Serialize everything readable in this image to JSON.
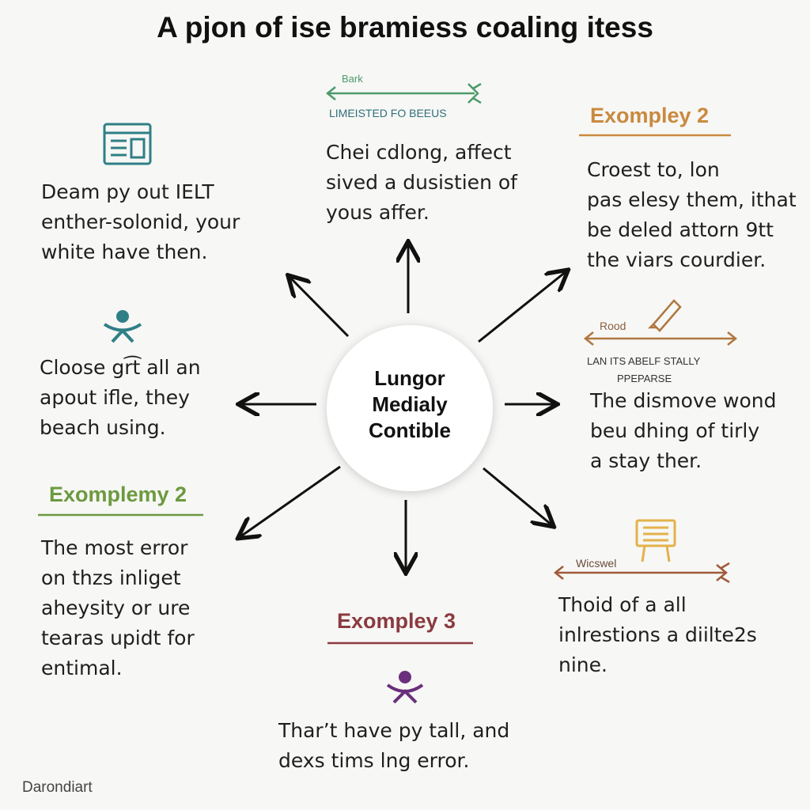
{
  "title": "A pjon of ise bramiess coaling itess",
  "center": {
    "lines": [
      "Lungor",
      "Medialy",
      "Contible"
    ]
  },
  "top": {
    "arrow_label": "Bark",
    "caption": "LIMEISTED FO BEEUS",
    "lines": [
      "Chei cdlong, affect",
      "sived a dusistien of",
      "yous affer."
    ]
  },
  "top_left": {
    "lines": [
      "Deam py out IELT",
      "enther-solonid, your",
      "white have then."
    ]
  },
  "mid_left": {
    "lines": [
      "Cloose gr͡t all an",
      "apout ifle, they",
      "beach using."
    ]
  },
  "bottom_left": {
    "heading": "Exomplemy 2",
    "lines": [
      "The most error",
      "on thzs inliget",
      "aheysity or ure",
      "tearas upidt for",
      "entimal."
    ]
  },
  "bottom": {
    "heading": "Exompley 3",
    "lines": [
      "Thar’t have py tall, and",
      "dexs tims lng error."
    ]
  },
  "top_right": {
    "heading": "Exompley 2",
    "lines": [
      "Croest to, lon",
      "pas elesy them, ithat",
      "be deled attorn 9tt",
      "the viars courdier."
    ]
  },
  "mid_right": {
    "arrow_label": "Rood",
    "caption_lines": [
      "LAN ITS ABELF STALLY",
      "PPEPARSE"
    ],
    "lines": [
      "The dismove wond",
      "beu dhing of tirly",
      "a stay ther."
    ]
  },
  "bottom_right": {
    "arrow_label": "Wicswel",
    "lines": [
      "Thoid of a all",
      "inlrestions a diilte2s",
      "nine."
    ]
  },
  "footer": "Darondiart",
  "colors": {
    "teal": "#2f7f86",
    "green": "#4c9a6c",
    "olive_green": "#6c9a3f",
    "orange": "#c98a3f",
    "brown": "#a06a3e",
    "maroon": "#8a3b3f",
    "purple": "#6a2f7c",
    "yellow": "#e3b24a"
  },
  "icons": [
    "calendar-icon",
    "person-icon",
    "pencil-icon",
    "easel-icon",
    "person-icon"
  ]
}
